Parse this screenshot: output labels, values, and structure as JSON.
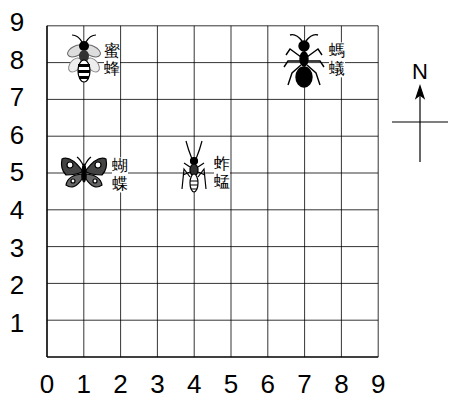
{
  "diagram": {
    "labels": [
      "9",
      "8",
      "7",
      "6",
      "5",
      "4",
      "3",
      "2",
      "1",
      "0",
      "1",
      "2",
      "3",
      "4",
      "5",
      "6",
      "7",
      "8",
      "9",
      "N",
      "蜜蜂",
      "螞蟻",
      "蝴蝶",
      "蚱蜢"
    ]
  }
}
